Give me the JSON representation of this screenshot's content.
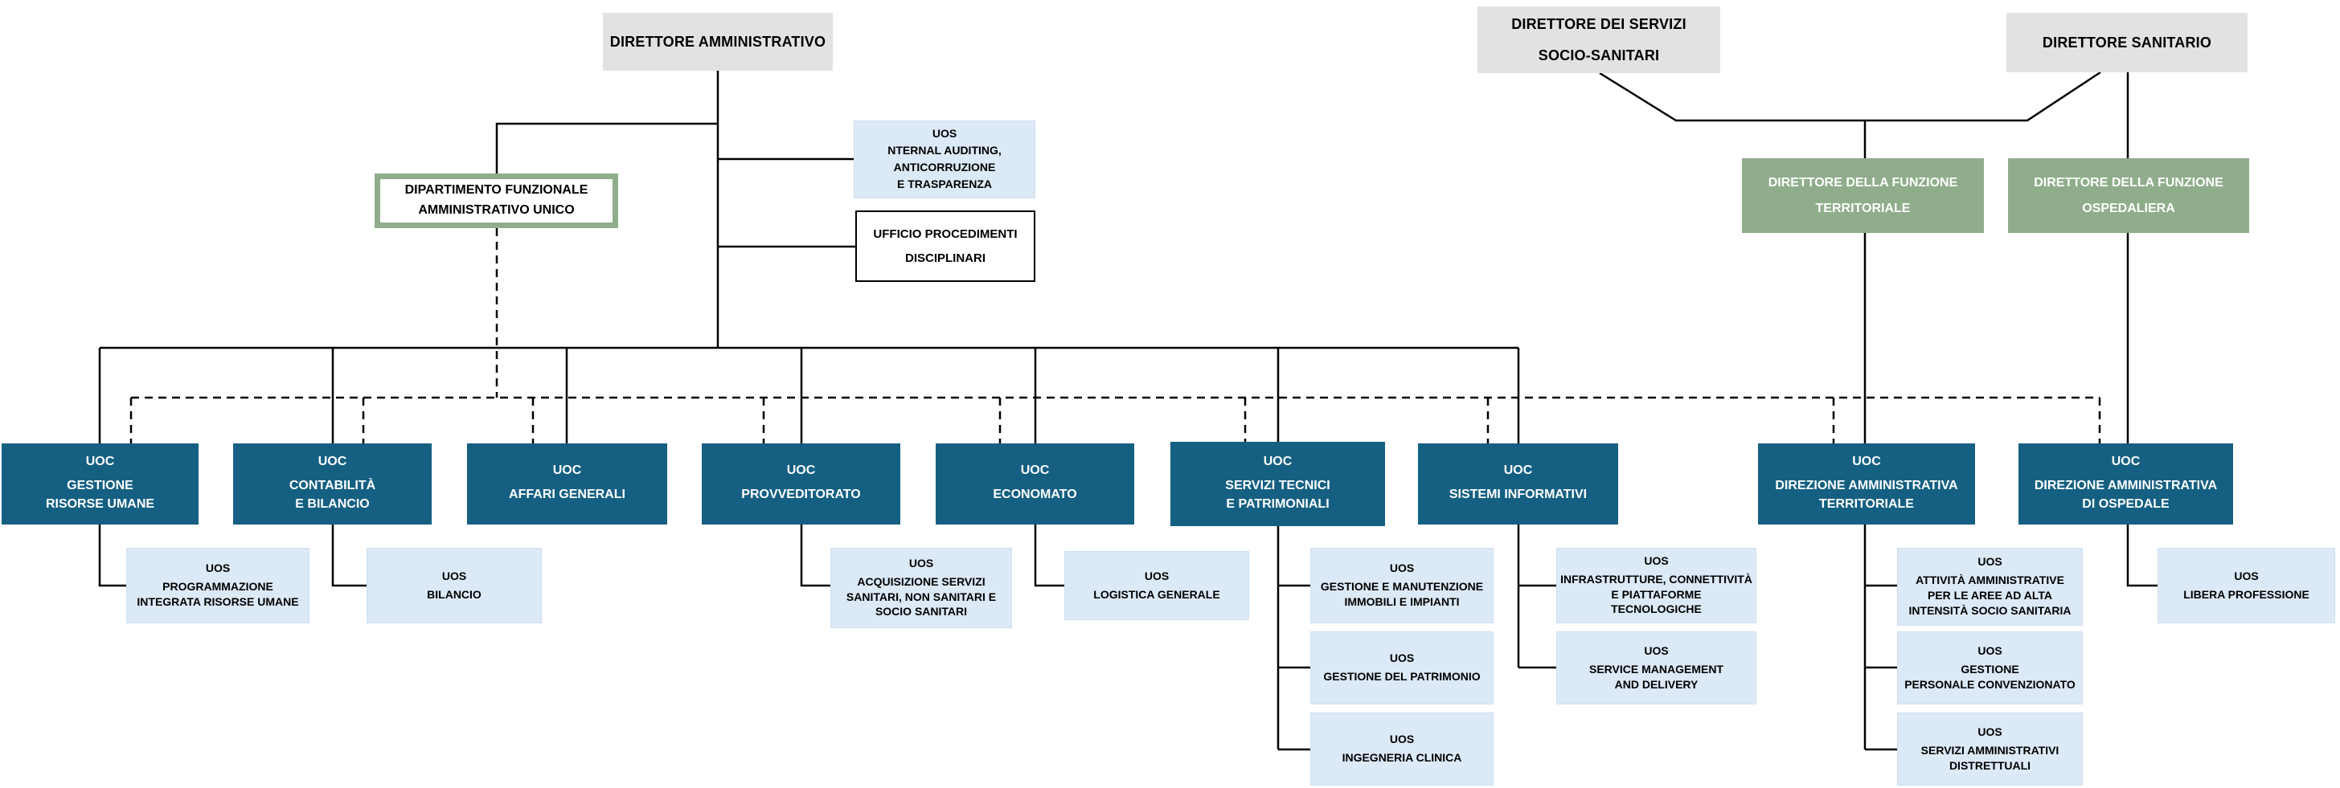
{
  "title": "Organigramma direzione amministrativa",
  "colors": {
    "uoc_blue": "#156082",
    "uos_light_blue": "#DCE9F6",
    "green": "#8FAD8B",
    "gray": "#E2E2E2",
    "line": "#000000"
  },
  "nodes": {
    "direttore_amministrativo": {
      "label": "DIRETTORE AMMINISTRATIVO"
    },
    "direttore_servizi_socio_sanitari": {
      "label": "DIRETTORE DEI SERVIZI\nSOCIO-SANITARI"
    },
    "direttore_sanitario": {
      "label": "DIRETTORE SANITARIO"
    },
    "dipartimento_funzionale": {
      "label": "DIPARTIMENTO FUNZIONALE\nAMMINISTRATIVO  UNICO"
    },
    "uos_internal_auditing": {
      "type": "UOS",
      "name": "NTERNAL AUDITING,\nANTICORRUZIONE\nE TRASPARENZA"
    },
    "ufficio_procedimenti": {
      "label": "UFFICIO PROCEDIMENTI\nDISCIPLINARI"
    },
    "direttore_funzione_territoriale": {
      "label": "DIRETTORE DELLA FUNZIONE\nTERRITORIALE"
    },
    "direttore_funzione_ospedaliera": {
      "label": "DIRETTORE DELLA FUNZIONE\nOSPEDALIERA"
    }
  },
  "uoc": [
    {
      "type": "UOC",
      "name": "GESTIONE\nRISORSE UMANE"
    },
    {
      "type": "UOC",
      "name": "CONTABILITÀ\nE BILANCIO"
    },
    {
      "type": "UOC",
      "name": "AFFARI GENERALI"
    },
    {
      "type": "UOC",
      "name": "PROVVEDITORATO"
    },
    {
      "type": "UOC",
      "name": "ECONOMATO"
    },
    {
      "type": "UOC",
      "name": "SERVIZI TECNICI\nE PATRIMONIALI"
    },
    {
      "type": "UOC",
      "name": "SISTEMI INFORMATIVI"
    },
    {
      "type": "UOC",
      "name": "DIREZIONE AMMINISTRATIVA\nTERRITORIALE"
    },
    {
      "type": "UOC",
      "name": "DIREZIONE AMMINISTRATIVA\nDI OSPEDALE"
    }
  ],
  "uos": [
    {
      "type": "UOS",
      "name": "PROGRAMMAZIONE\nINTEGRATA RISORSE UMANE"
    },
    {
      "type": "UOS",
      "name": "BILANCIO"
    },
    {
      "type": "UOS",
      "name": "ACQUISIZIONE SERVIZI\nSANITARI, NON SANITARI E\nSOCIO SANITARI"
    },
    {
      "type": "UOS",
      "name": "LOGISTICA GENERALE"
    },
    {
      "type": "UOS",
      "name": "GESTIONE E MANUTENZIONE\nIMMOBILI E IMPIANTI"
    },
    {
      "type": "UOS",
      "name": "INFRASTRUTTURE, CONNETTIVITÀ\nE PIATTAFORME\nTECNOLOGICHE"
    },
    {
      "type": "UOS",
      "name": "ATTIVITÀ AMMINISTRATIVE\nPER LE AREE AD ALTA\nINTENSITÀ SOCIO SANITARIA"
    },
    {
      "type": "UOS",
      "name": "LIBERA PROFESSIONE"
    },
    {
      "type": "UOS",
      "name": "GESTIONE DEL PATRIMONIO"
    },
    {
      "type": "UOS",
      "name": "SERVICE MANAGEMENT\nAND DELIVERY"
    },
    {
      "type": "UOS",
      "name": "GESTIONE\nPERSONALE CONVENZIONATO"
    },
    {
      "type": "UOS",
      "name": "INGEGNERIA CLINICA"
    },
    {
      "type": "UOS",
      "name": "SERVIZI AMMINISTRATIVI\nDISTRETTUALI"
    }
  ]
}
